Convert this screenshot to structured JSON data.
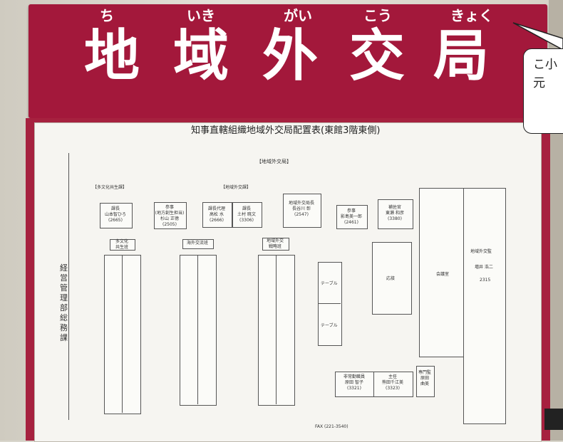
{
  "sign": {
    "ruby": [
      "ち",
      "いき",
      "がい",
      "こう",
      "きょく"
    ],
    "kanji": [
      "地",
      "域",
      "外",
      "交",
      "局"
    ]
  },
  "chart": {
    "title": "知事直轄組織地域外交局配置表(東館3階東側)",
    "bureau_label": "【地域外交局】",
    "div_left": "【多文化共生課】",
    "div_mid": "【地域外交課】",
    "side_label": "経営管理部総務課",
    "table_left": "テーブル",
    "table_right": "テーブル",
    "meeting_room": "会議室",
    "reception": "応接",
    "director_title": "地域外交監",
    "director_name": "増井 浩二",
    "director_ext": "2315",
    "fax": "FAX (221-3540)",
    "boxes": {
      "kacho_left": "課長\n山本智ひろ\n(2665)",
      "sanji_mid": "参事\n(地方創生担当)\n杉山 正徳\n(2505)",
      "kacho_dairi": "課長代理\n高松 水\n(2666)",
      "kacho_mid": "課長\n土村 暁文\n(3306)",
      "kyokucho": "地域外交局長\n長谷川 彰\n(2547)",
      "sanji_right": "参事\n影島美一郎\n(2461)",
      "hosakan": "補佐官\n東瀬 和彦\n(3380)",
      "tabunka": "多文化\n共生班",
      "kaigai": "海外交流班",
      "senryaku": "地域外交\n戦略班",
      "bottom_pair_a": "非常勤職員\n原田 智子\n(3321)",
      "bottom_pair_b": "主任\n熊田千江美\n(3323)",
      "senmonin": "専門監\n原田\n曲美"
    }
  },
  "bubble": {
    "text": "こ小元"
  }
}
